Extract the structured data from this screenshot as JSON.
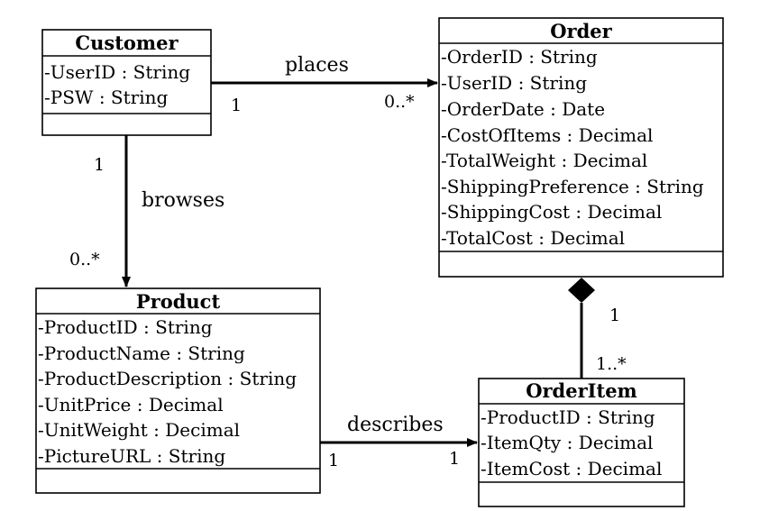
{
  "classes": {
    "customer": {
      "name": "Customer",
      "attributes": [
        "-UserID : String",
        "-PSW : String"
      ]
    },
    "order": {
      "name": "Order",
      "attributes": [
        "-OrderID : String",
        "-UserID : String",
        "-OrderDate : Date",
        "-CostOfItems : Decimal",
        "-TotalWeight : Decimal",
        "-ShippingPreference : String",
        "-ShippingCost : Decimal",
        "-TotalCost : Decimal"
      ]
    },
    "product": {
      "name": "Product",
      "attributes": [
        "-ProductID : String",
        "-ProductName : String",
        "-ProductDescription : String",
        "-UnitPrice : Decimal",
        "-UnitWeight : Decimal",
        "-PictureURL : String"
      ]
    },
    "orderitem": {
      "name": "OrderItem",
      "attributes": [
        "-ProductID : String",
        "-ItemQty : Decimal",
        "-ItemCost : Decimal"
      ]
    }
  },
  "associations": {
    "places": {
      "label": "places",
      "source_multiplicity": "1",
      "target_multiplicity": "0..*"
    },
    "browses": {
      "label": "browses",
      "source_multiplicity": "1",
      "target_multiplicity": "0..*"
    },
    "describes": {
      "label": "describes",
      "source_multiplicity": "1",
      "target_multiplicity": "1"
    },
    "composition": {
      "label": "",
      "whole_multiplicity": "1",
      "part_multiplicity": "1..*"
    }
  }
}
